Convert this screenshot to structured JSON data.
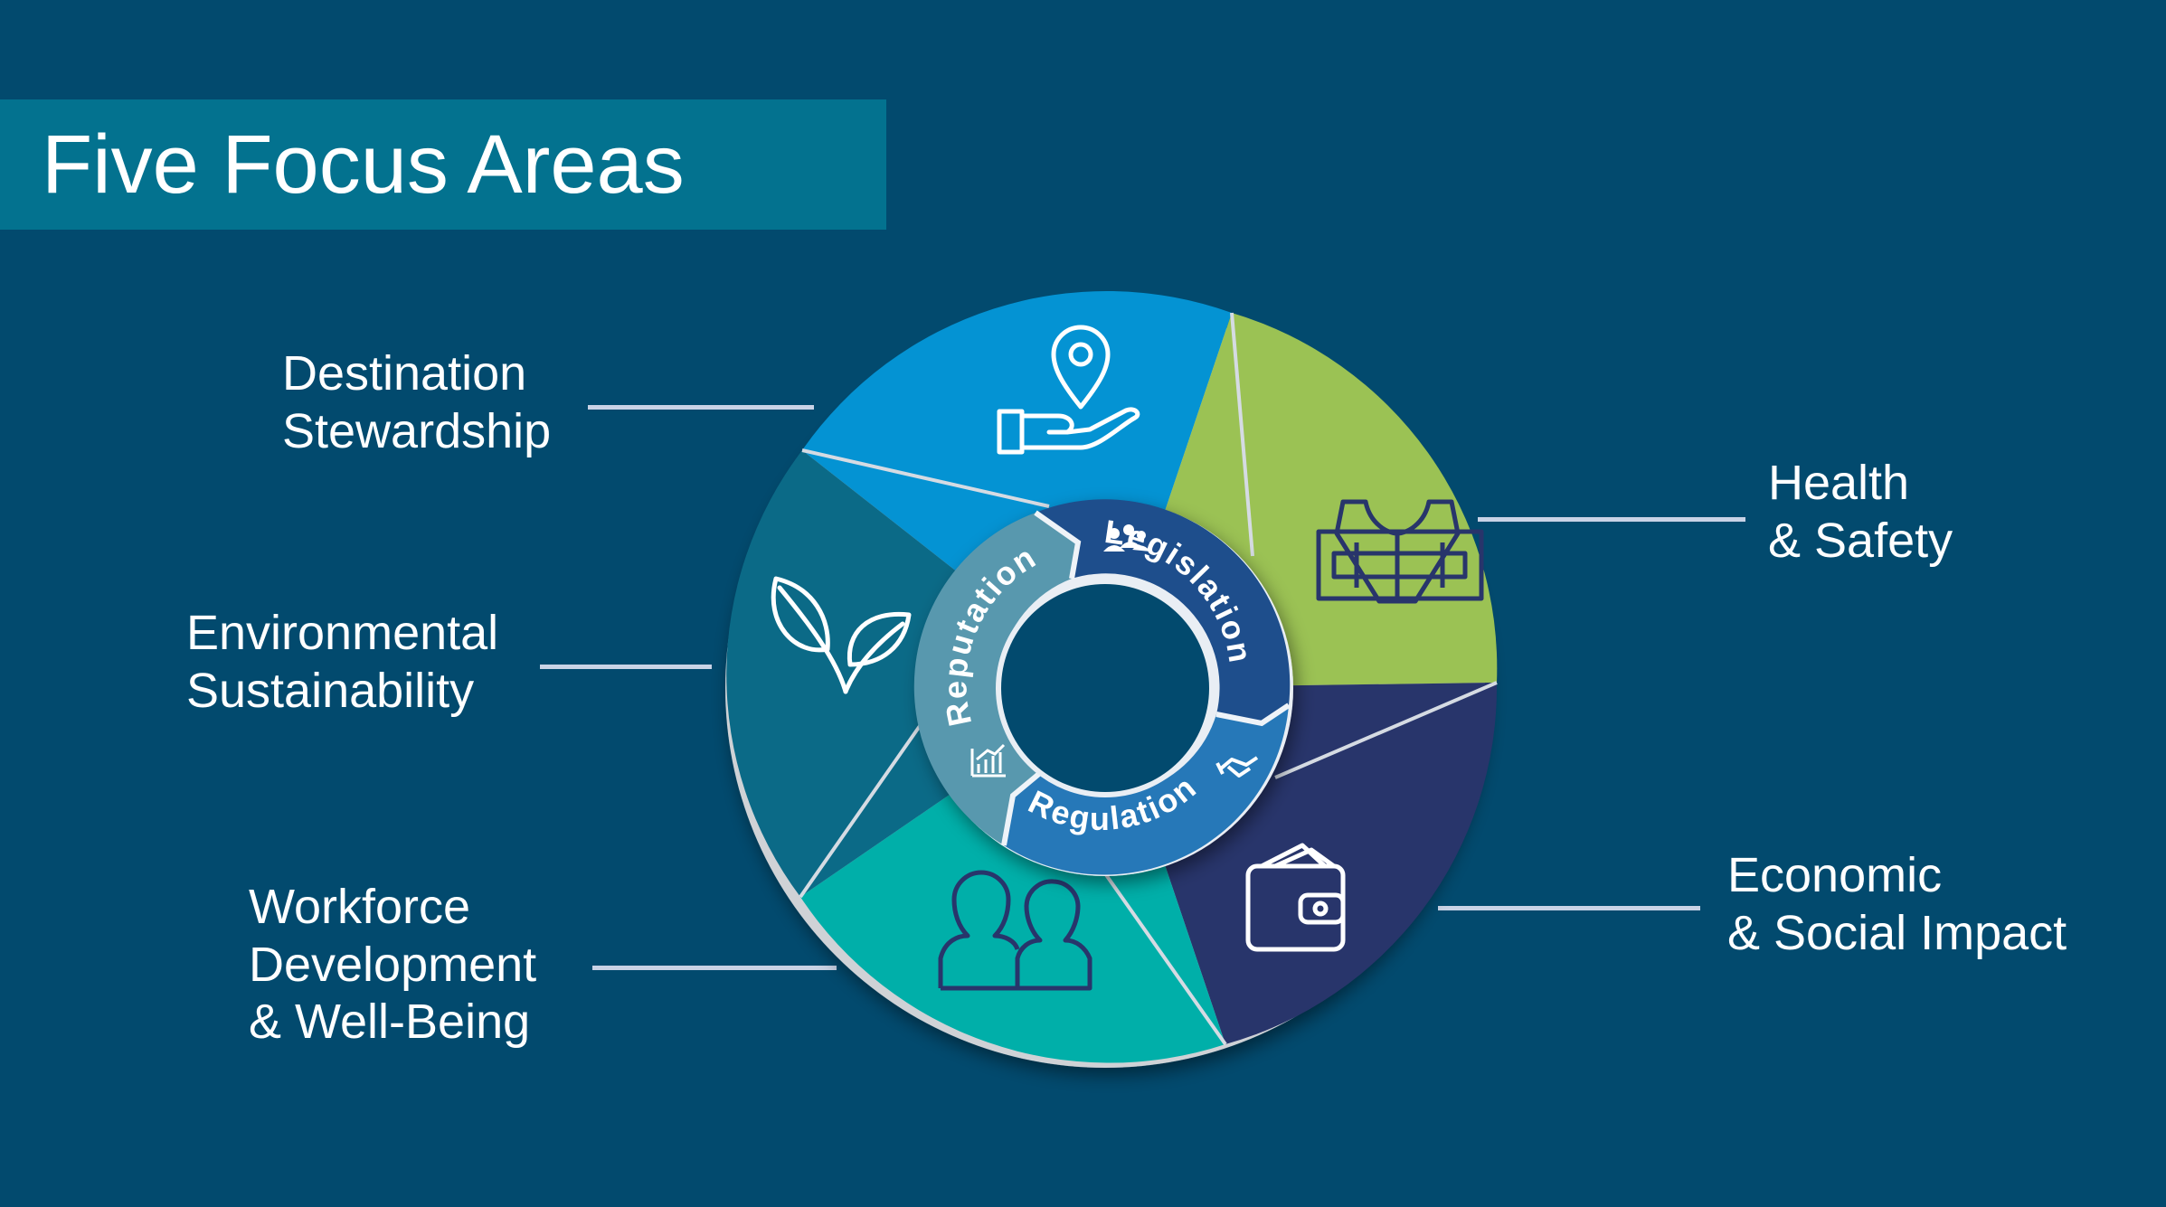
{
  "title": "Five Focus Areas",
  "focus_areas": [
    {
      "id": "destination",
      "lines": [
        "Destination",
        "Stewardship"
      ],
      "icon": "location-pin-hand-icon",
      "color": "#0493D3"
    },
    {
      "id": "health",
      "lines": [
        "Health",
        "& Safety"
      ],
      "icon": "safety-vest-icon",
      "color": "#9BC254"
    },
    {
      "id": "economic",
      "lines": [
        "Economic",
        "& Social Impact"
      ],
      "icon": "wallet-icon",
      "color": "#28356B"
    },
    {
      "id": "workforce",
      "lines": [
        "Workforce",
        "Development",
        "& Well-Being"
      ],
      "icon": "people-icon",
      "color": "#00AFA9"
    },
    {
      "id": "environment",
      "lines": [
        "Environmental",
        "Sustainability"
      ],
      "icon": "leaf-icon",
      "color": "#0B6A87"
    }
  ],
  "inner_ring": [
    {
      "label": "Legislation",
      "icon": "group-icon",
      "color": "#1E4E8C"
    },
    {
      "label": "Regulation",
      "icon": "handshake-icon",
      "color": "#2678B8"
    },
    {
      "label": "Reputation",
      "icon": "bar-chart-icon",
      "color": "#5898AE"
    }
  ]
}
